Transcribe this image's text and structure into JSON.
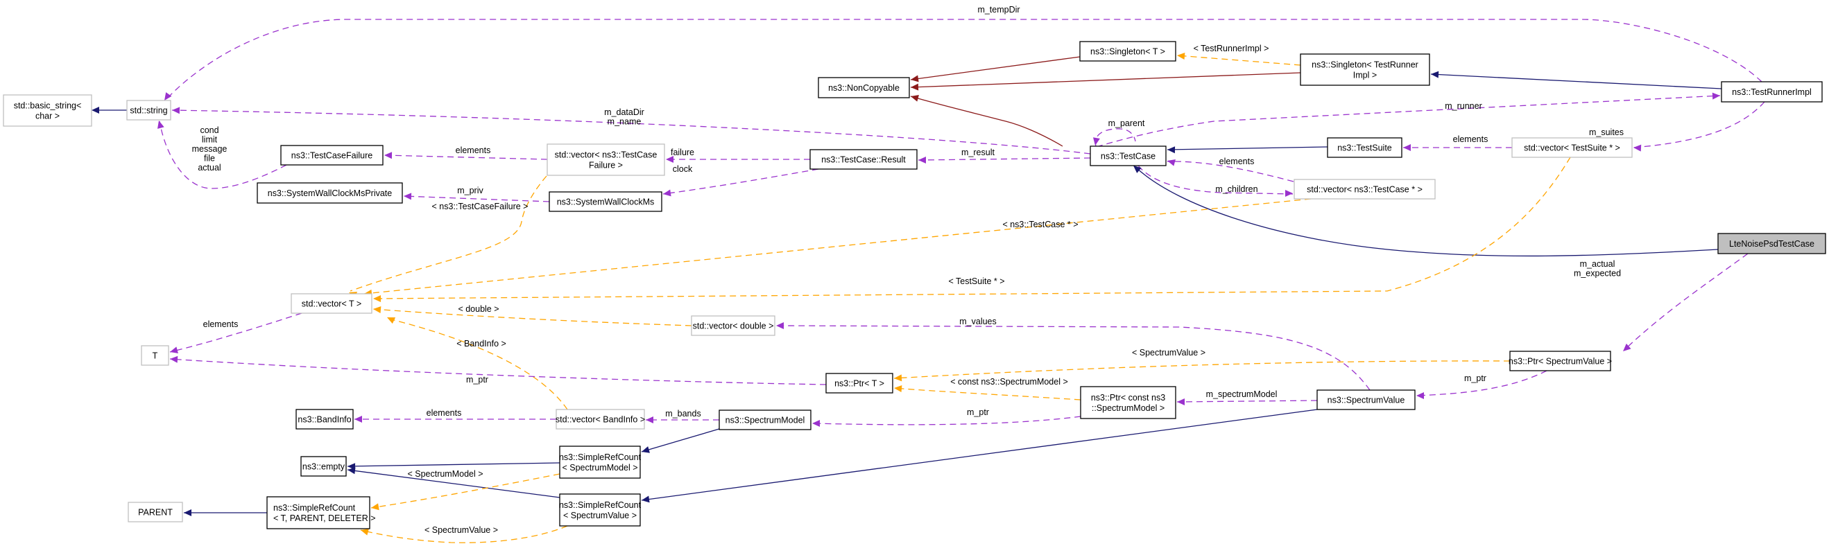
{
  "diagram": {
    "title": "LteNoisePsdTestCase collaboration graph",
    "colors": {
      "inheritance": "#191970",
      "noncopyable_inheritance": "#8b1a1a",
      "usage": "#9a32cd",
      "template": "#ffa500",
      "focus_fill": "#bfbfbf"
    },
    "nodes": [
      {
        "id": "basic_string",
        "lines": [
          "std::basic_string<",
          "char >"
        ],
        "style": "ext"
      },
      {
        "id": "string",
        "lines": [
          "std::string"
        ],
        "style": "ext"
      },
      {
        "id": "testcasefailure",
        "lines": [
          "ns3::TestCaseFailure"
        ],
        "style": "normal"
      },
      {
        "id": "syswallprivate",
        "lines": [
          "ns3::SystemWallClockMsPrivate"
        ],
        "style": "normal"
      },
      {
        "id": "vec_tcfailure",
        "lines": [
          "std::vector< ns3::TestCase",
          "Failure >"
        ],
        "style": "ext"
      },
      {
        "id": "syswall",
        "lines": [
          "ns3::SystemWallClockMs"
        ],
        "style": "normal"
      },
      {
        "id": "noncopyable",
        "lines": [
          "ns3::NonCopyable"
        ],
        "style": "normal"
      },
      {
        "id": "result",
        "lines": [
          "ns3::TestCase::Result"
        ],
        "style": "normal"
      },
      {
        "id": "singleton_t",
        "lines": [
          "ns3::Singleton< T >"
        ],
        "style": "normal"
      },
      {
        "id": "singleton_tri",
        "lines": [
          "ns3::Singleton< TestRunner",
          "Impl >"
        ],
        "style": "normal"
      },
      {
        "id": "testcase",
        "lines": [
          "ns3::TestCase"
        ],
        "style": "normal"
      },
      {
        "id": "testsuite",
        "lines": [
          "ns3::TestSuite"
        ],
        "style": "normal"
      },
      {
        "id": "vec_testcase",
        "lines": [
          "std::vector< ns3::TestCase * >"
        ],
        "style": "ext"
      },
      {
        "id": "testrunnerimpl",
        "lines": [
          "ns3::TestRunnerImpl"
        ],
        "style": "normal"
      },
      {
        "id": "vec_testsuite",
        "lines": [
          "std::vector< TestSuite * >"
        ],
        "style": "ext"
      },
      {
        "id": "lte",
        "lines": [
          "LteNoisePsdTestCase"
        ],
        "style": "focus"
      },
      {
        "id": "vec_t",
        "lines": [
          "std::vector< T >"
        ],
        "style": "ext"
      },
      {
        "id": "t",
        "lines": [
          "T"
        ],
        "style": "ext"
      },
      {
        "id": "vec_double",
        "lines": [
          "std::vector< double >"
        ],
        "style": "ext"
      },
      {
        "id": "ptr_t",
        "lines": [
          "ns3::Ptr< T >"
        ],
        "style": "normal"
      },
      {
        "id": "bandinfo",
        "lines": [
          "ns3::BandInfo"
        ],
        "style": "normal"
      },
      {
        "id": "vec_bandinfo",
        "lines": [
          "std::vector< BandInfo >"
        ],
        "style": "ext"
      },
      {
        "id": "spectrummodel",
        "lines": [
          "ns3::SpectrumModel"
        ],
        "style": "normal"
      },
      {
        "id": "ptr_csm",
        "lines": [
          "ns3::Ptr< const ns3",
          "::SpectrumModel >"
        ],
        "style": "normal"
      },
      {
        "id": "spectrumvalue",
        "lines": [
          "ns3::SpectrumValue"
        ],
        "style": "normal"
      },
      {
        "id": "ptr_sv",
        "lines": [
          "ns3::Ptr< SpectrumValue >"
        ],
        "style": "normal"
      },
      {
        "id": "empty",
        "lines": [
          "ns3::empty"
        ],
        "style": "normal"
      },
      {
        "id": "src_sm",
        "lines": [
          "ns3::SimpleRefCount",
          "< SpectrumModel >"
        ],
        "style": "normal"
      },
      {
        "id": "src_sv",
        "lines": [
          "ns3::SimpleRefCount",
          "< SpectrumValue >"
        ],
        "style": "normal"
      },
      {
        "id": "parent",
        "lines": [
          "PARENT"
        ],
        "style": "ext"
      },
      {
        "id": "src_generic",
        "lines": [
          "ns3::SimpleRefCount",
          "< T, PARENT, DELETER >"
        ],
        "style": "normal"
      }
    ],
    "edges": [
      {
        "id": "e1",
        "kind": "inherit",
        "from": "string",
        "to": "basic_string",
        "label": []
      },
      {
        "id": "e2",
        "kind": "usage",
        "from": "testrunnerimpl",
        "to": "string",
        "label": [
          "m_tempDir"
        ]
      },
      {
        "id": "e3",
        "kind": "usage",
        "from": "testcase",
        "to": "string",
        "label": [
          "m_dataDir",
          "m_name"
        ]
      },
      {
        "id": "e4",
        "kind": "usage",
        "from": "testcasefailure",
        "to": "string",
        "label": [
          "cond",
          "limit",
          "message",
          "file",
          "actual"
        ]
      },
      {
        "id": "e5",
        "kind": "usage",
        "from": "vec_tcfailure",
        "to": "testcasefailure",
        "label": [
          "elements"
        ]
      },
      {
        "id": "e6",
        "kind": "usage",
        "from": "syswall",
        "to": "syswallprivate",
        "label": [
          "m_priv"
        ]
      },
      {
        "id": "e7",
        "kind": "usage",
        "from": "result",
        "to": "vec_tcfailure",
        "label": [
          "failure"
        ]
      },
      {
        "id": "e8",
        "kind": "usage",
        "from": "result",
        "to": "syswall",
        "label": [
          "clock"
        ]
      },
      {
        "id": "e9",
        "kind": "usage",
        "from": "testcase",
        "to": "result",
        "label": [
          "m_result"
        ]
      },
      {
        "id": "e10",
        "kind": "noncopy",
        "from": "singleton_t",
        "to": "noncopyable",
        "label": []
      },
      {
        "id": "e11",
        "kind": "noncopy",
        "from": "singleton_tri",
        "to": "noncopyable",
        "label": []
      },
      {
        "id": "e12",
        "kind": "noncopy",
        "from": "testcase",
        "to": "noncopyable",
        "label": []
      },
      {
        "id": "e13",
        "kind": "templ",
        "from": "singleton_tri",
        "to": "singleton_t",
        "label": [
          "< TestRunnerImpl >"
        ]
      },
      {
        "id": "e14",
        "kind": "inherit",
        "from": "testrunnerimpl",
        "to": "singleton_tri",
        "label": []
      },
      {
        "id": "e15",
        "kind": "usage",
        "from": "testcase",
        "to": "testcase",
        "label": [
          "m_parent"
        ]
      },
      {
        "id": "e16",
        "kind": "usage",
        "from": "testcase",
        "to": "testrunnerimpl",
        "label": [
          "m_runner"
        ]
      },
      {
        "id": "e17",
        "kind": "inherit",
        "from": "testsuite",
        "to": "testcase",
        "label": []
      },
      {
        "id": "e18",
        "kind": "usage",
        "from": "vec_testcase",
        "to": "testcase",
        "label": [
          "elements"
        ]
      },
      {
        "id": "e19",
        "kind": "usage",
        "from": "testcase",
        "to": "vec_testcase",
        "label": [
          "m_children"
        ]
      },
      {
        "id": "e20",
        "kind": "usage",
        "from": "vec_testsuite",
        "to": "testsuite",
        "label": [
          "elements"
        ]
      },
      {
        "id": "e21",
        "kind": "usage",
        "from": "testrunnerimpl",
        "to": "vec_testsuite",
        "label": [
          "m_suites"
        ]
      },
      {
        "id": "e22",
        "kind": "inherit",
        "from": "lte",
        "to": "testcase",
        "label": []
      },
      {
        "id": "e23",
        "kind": "templ",
        "from": "vec_tcfailure",
        "to": "vec_t",
        "label": [
          "< ns3::TestCaseFailure >"
        ]
      },
      {
        "id": "e24",
        "kind": "templ",
        "from": "vec_testcase",
        "to": "vec_t",
        "label": [
          "< ns3::TestCase * >"
        ]
      },
      {
        "id": "e25",
        "kind": "templ",
        "from": "vec_testsuite",
        "to": "vec_t",
        "label": [
          "< TestSuite * >"
        ]
      },
      {
        "id": "e26",
        "kind": "templ",
        "from": "vec_double",
        "to": "vec_t",
        "label": [
          "< double >"
        ]
      },
      {
        "id": "e27",
        "kind": "templ",
        "from": "vec_bandinfo",
        "to": "vec_t",
        "label": [
          "< BandInfo >"
        ]
      },
      {
        "id": "e28",
        "kind": "usage",
        "from": "vec_t",
        "to": "t",
        "label": [
          "elements"
        ]
      },
      {
        "id": "e29",
        "kind": "usage",
        "from": "ptr_t",
        "to": "t",
        "label": [
          "m_ptr"
        ]
      },
      {
        "id": "e30",
        "kind": "usage",
        "from": "spectrumvalue",
        "to": "vec_double",
        "label": [
          "m_values"
        ]
      },
      {
        "id": "e31",
        "kind": "templ",
        "from": "ptr_sv",
        "to": "ptr_t",
        "label": [
          "< SpectrumValue >"
        ]
      },
      {
        "id": "e32",
        "kind": "templ",
        "from": "ptr_csm",
        "to": "ptr_t",
        "label": [
          "< const ns3::SpectrumModel >"
        ]
      },
      {
        "id": "e33",
        "kind": "usage",
        "from": "lte",
        "to": "ptr_sv",
        "label": [
          "m_actual",
          "m_expected"
        ]
      },
      {
        "id": "e34",
        "kind": "usage",
        "from": "ptr_sv",
        "to": "spectrumvalue",
        "label": [
          "m_ptr"
        ]
      },
      {
        "id": "e35",
        "kind": "usage",
        "from": "spectrumvalue",
        "to": "ptr_csm",
        "label": [
          "m_spectrumModel"
        ]
      },
      {
        "id": "e36",
        "kind": "usage",
        "from": "ptr_csm",
        "to": "spectrummodel",
        "label": [
          "m_ptr"
        ]
      },
      {
        "id": "e37",
        "kind": "usage",
        "from": "spectrummodel",
        "to": "vec_bandinfo",
        "label": [
          "m_bands"
        ]
      },
      {
        "id": "e38",
        "kind": "usage",
        "from": "vec_bandinfo",
        "to": "bandinfo",
        "label": [
          "elements"
        ]
      },
      {
        "id": "e39",
        "kind": "inherit",
        "from": "spectrummodel",
        "to": "src_sm",
        "label": []
      },
      {
        "id": "e40",
        "kind": "inherit",
        "from": "spectrumvalue",
        "to": "src_sv",
        "label": []
      },
      {
        "id": "e41",
        "kind": "inherit",
        "from": "src_sm",
        "to": "empty",
        "label": []
      },
      {
        "id": "e42",
        "kind": "inherit",
        "from": "src_sv",
        "to": "empty",
        "label": []
      },
      {
        "id": "e43",
        "kind": "templ",
        "from": "src_sm",
        "to": "src_generic",
        "label": [
          "< SpectrumModel >"
        ]
      },
      {
        "id": "e44",
        "kind": "templ",
        "from": "src_sv",
        "to": "src_generic",
        "label": [
          "< SpectrumValue >"
        ]
      },
      {
        "id": "e45",
        "kind": "inherit",
        "from": "src_generic",
        "to": "parent",
        "label": []
      }
    ]
  }
}
